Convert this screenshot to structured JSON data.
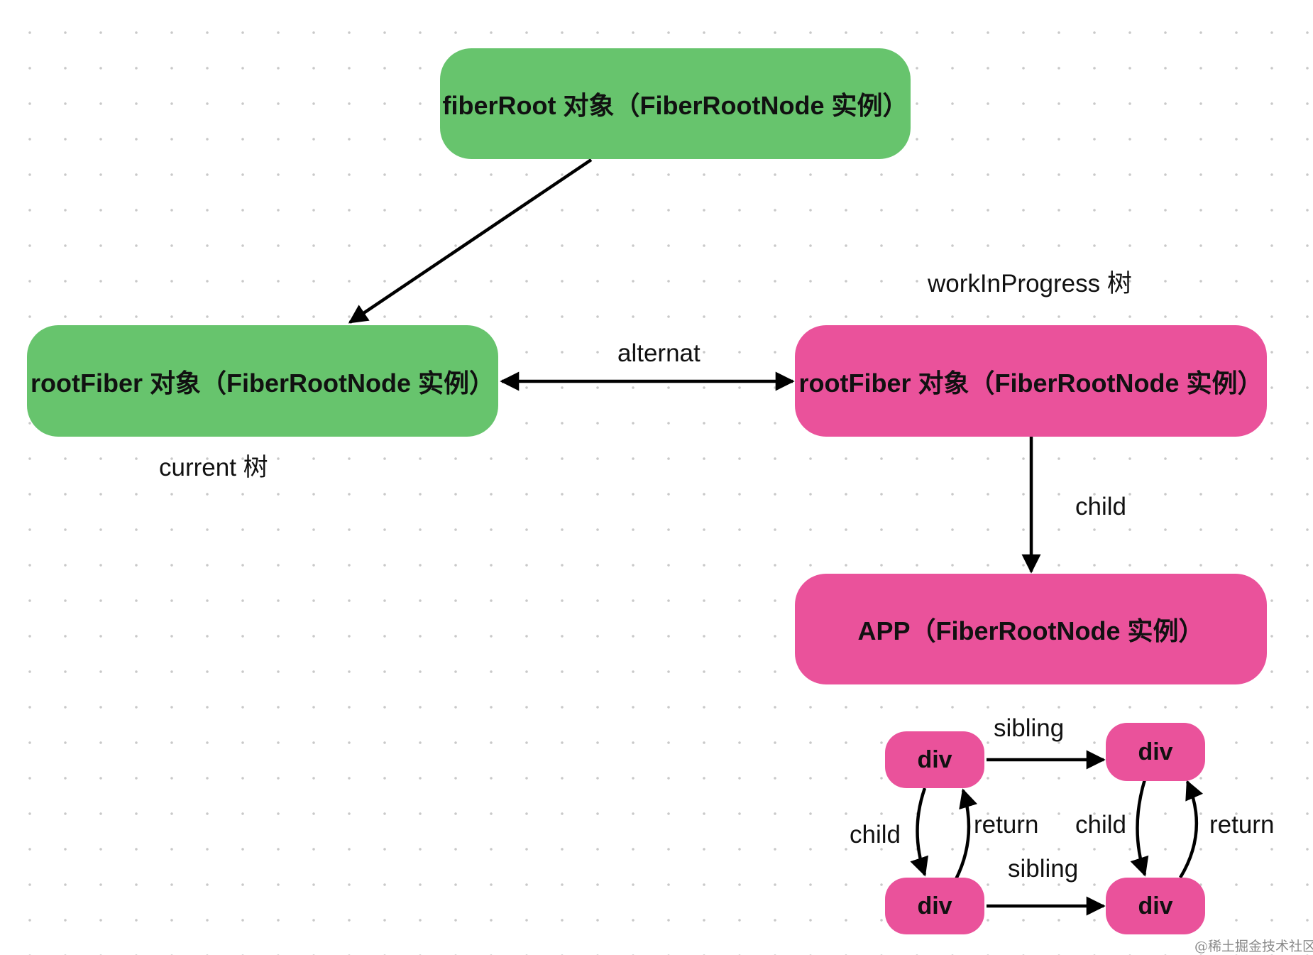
{
  "colors": {
    "green": "#67c46d",
    "pink": "#ea529b",
    "text": "#111111",
    "arrow": "#000000",
    "dot_grid": "#c9c9c9"
  },
  "nodes": {
    "fiber_root": "fiberRoot 对象（FiberRootNode 实例）",
    "root_fiber_current": "rootFiber 对象（FiberRootNode 实例）",
    "root_fiber_wip": "rootFiber 对象（FiberRootNode 实例）",
    "app": "APP（FiberRootNode 实例）",
    "div_top_left": "div",
    "div_top_right": "div",
    "div_bottom_left": "div",
    "div_bottom_right": "div"
  },
  "labels": {
    "work_in_progress_tree": "workInProgress 树",
    "current_tree": "current 树",
    "alternate": "alternat",
    "child_main": "child",
    "sibling_top": "sibling",
    "sibling_bottom": "sibling",
    "child_left": "child",
    "return_left": "return",
    "child_right": "child",
    "return_right": "return"
  },
  "watermark": "@稀土掘金技术社区"
}
